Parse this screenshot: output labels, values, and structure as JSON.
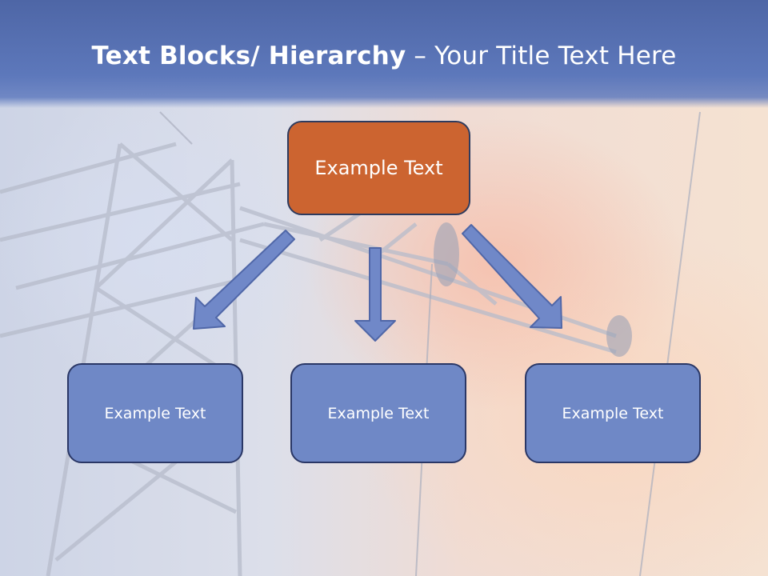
{
  "title": {
    "bold": "Text Blocks/ Hierarchy",
    "dash": " – ",
    "rest": "Your Title Text Here"
  },
  "top_node": {
    "label": "Example Text"
  },
  "child_nodes": [
    {
      "label": "Example Text"
    },
    {
      "label": "Example Text"
    },
    {
      "label": "Example Text"
    }
  ],
  "colors": {
    "header": "#5470b4",
    "top_node": "#cc6430",
    "child_node": "#6f88c6",
    "arrow": "#7088c8",
    "border": "#2a3766"
  },
  "icons": [
    "arrow-down-left-icon",
    "arrow-down-icon",
    "arrow-down-right-icon"
  ]
}
